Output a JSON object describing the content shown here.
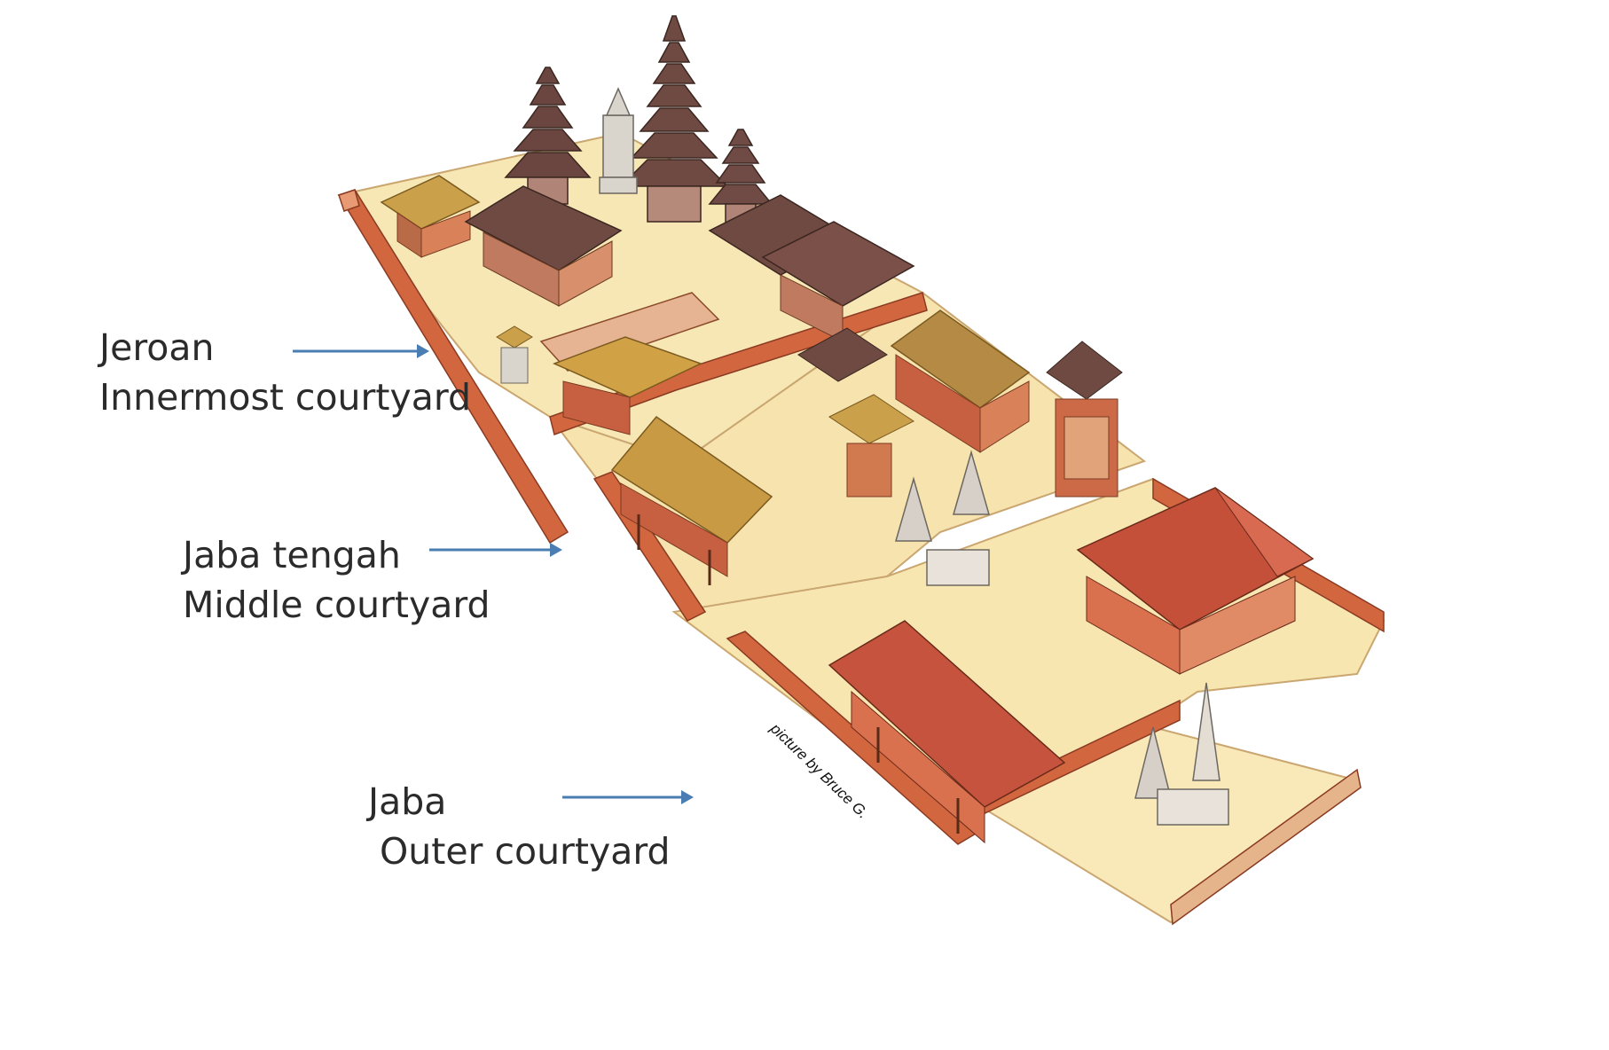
{
  "labels": {
    "jeroan": {
      "name": "Jeroan",
      "desc": "Innermost courtyard"
    },
    "jaba_tengah": {
      "name": "Jaba tengah",
      "desc": "Middle courtyard"
    },
    "jaba": {
      "name": "Jaba",
      "desc": "Outer courtyard"
    }
  },
  "credit": "picture by Bruce G.",
  "colors": {
    "arrow": "#4a7eb3",
    "floor": "#f7e7b4",
    "wall": "#d2663e",
    "thatch": "#c99a44",
    "dark_roof": "#6e4a42",
    "tile_roof": "#c5533d"
  }
}
